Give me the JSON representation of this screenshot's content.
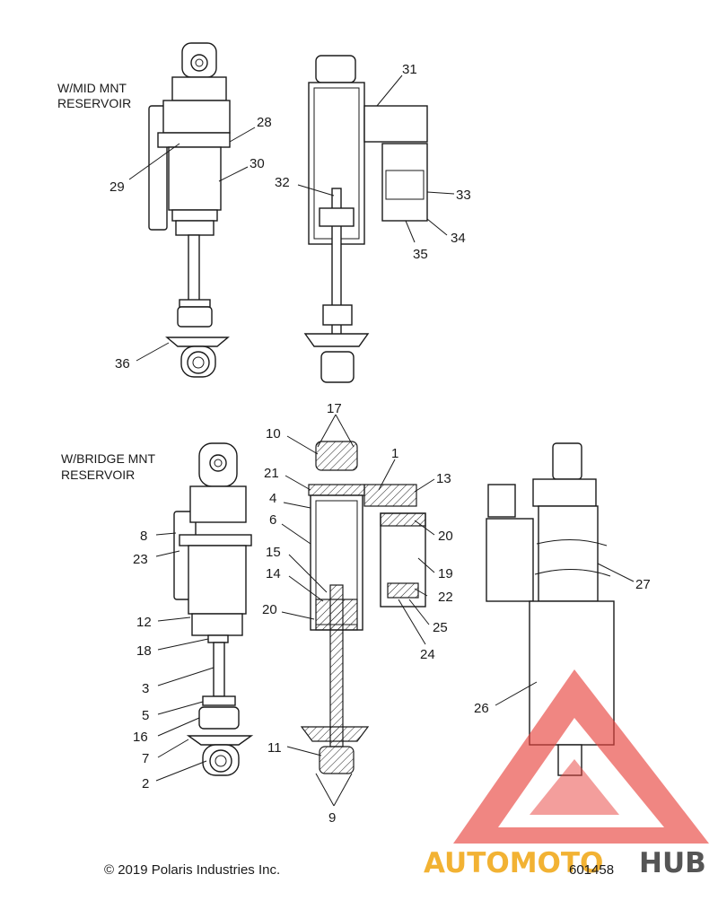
{
  "captions": {
    "top": [
      "W/MID MNT",
      "RESERVOIR"
    ],
    "bottom": [
      "W/BRIDGE MNT",
      "RESERVOIR"
    ]
  },
  "callouts": [
    "29",
    "28",
    "30",
    "36",
    "31",
    "32",
    "33",
    "34",
    "35",
    "17",
    "10",
    "1",
    "21",
    "13",
    "4",
    "6",
    "20",
    "15",
    "19",
    "14",
    "22",
    "20",
    "25",
    "24",
    "11",
    "9",
    "8",
    "23",
    "12",
    "18",
    "3",
    "5",
    "16",
    "7",
    "2",
    "27",
    "26"
  ],
  "footer": {
    "copyright": "© 2019 Polaris Industries Inc.",
    "part_number": "601458"
  },
  "watermark": {
    "text_left": "AUTOMOTO",
    "text_right": "HUB",
    "color_left": "#f2b233",
    "color_right": "#555555",
    "triangle_color": "#e8413c"
  },
  "colors": {
    "line": "#1a1a1a",
    "paper": "#ffffff"
  }
}
